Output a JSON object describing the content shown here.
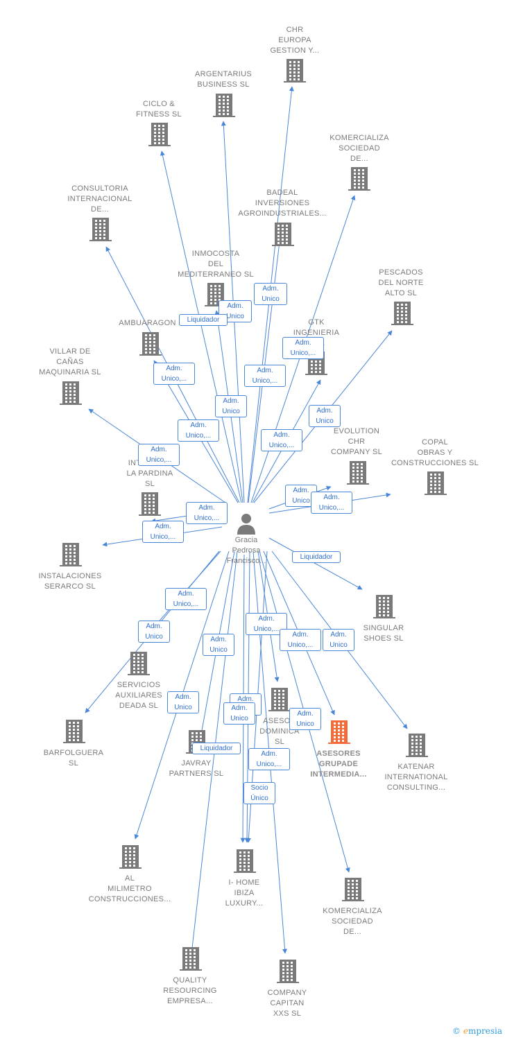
{
  "center": {
    "name": "Gracia\nPedrosa\nFrancisco..."
  },
  "colors": {
    "edge": "#4a86d8",
    "node": "#7a7a7a",
    "focus": "#f26b38",
    "label_border": "#4a86d8"
  },
  "nodes": [
    {
      "id": "chr-europa",
      "name": "CHR\nEUROPA\nGESTION Y..."
    },
    {
      "id": "argentarius",
      "name": "ARGENTARIUS\nBUSINESS SL"
    },
    {
      "id": "ciclo-fitness",
      "name": "CICLO &\nFITNESS SL"
    },
    {
      "id": "komercializa-top",
      "name": "KOMERCIALIZA\nSOCIEDAD\nDE..."
    },
    {
      "id": "consultoria",
      "name": "CONSULTORIA\nINTERNACIONAL\nDE..."
    },
    {
      "id": "badeal",
      "name": "BADEAL\nINVERSIONES\nAGROINDUSTRIALES..."
    },
    {
      "id": "inmocosta",
      "name": "INMOCOSTA\nDEL\nMEDITERRANEO SL"
    },
    {
      "id": "pescados",
      "name": "PESCADOS\nDEL NORTE\nALTO  SL"
    },
    {
      "id": "ambuaragon",
      "name": "AMBUARAGON S"
    },
    {
      "id": "gtk",
      "name": "GTK\nINGENIERIA\nA  SL"
    },
    {
      "id": "villar",
      "name": "VILLAR DE\nCAÑAS\nMAQUINARIA SL"
    },
    {
      "id": "evolution",
      "name": "EVOLUTION\nCHR\nCOMPANY SL"
    },
    {
      "id": "copal",
      "name": "COPAL\nOBRAS Y\nCONSTRUCCIONES SL"
    },
    {
      "id": "intermediaries",
      "name": "INTERM         ES\nLA PARDINA\nSL"
    },
    {
      "id": "instalaciones",
      "name": "INSTALACIONES\nSERARCO  SL"
    },
    {
      "id": "singular",
      "name": "SINGULAR\nSHOES  SL"
    },
    {
      "id": "servicios",
      "name": "SERVICIOS\nAUXILIARES\nDEADA  SL"
    },
    {
      "id": "barfolguera",
      "name": "BARFOLGUERA\nSL"
    },
    {
      "id": "asesor-dominica",
      "name": "ASESOR\nDOMINICA\nSL"
    },
    {
      "id": "javray",
      "name": "JAVRAY\nPARTNERS  SL"
    },
    {
      "id": "asesores-grupade",
      "name": "ASESORES\nGRUPADE\nINTERMEDIA..."
    },
    {
      "id": "katenar",
      "name": "KATENAR\nINTERNATIONAL\nCONSULTING..."
    },
    {
      "id": "al-milimetro",
      "name": "AL\nMILIMETRO\nCONSTRUCCIONES..."
    },
    {
      "id": "i-home",
      "name": "I- HOME\nIBIZA\nLUXURY..."
    },
    {
      "id": "komercializa-bottom",
      "name": "KOMERCIALIZA\nSOCIEDAD\nDE..."
    },
    {
      "id": "quality",
      "name": "QUALITY\nRESOURCING\nEMPRESA..."
    },
    {
      "id": "company-capitan",
      "name": "COMPANY\nCAPITAN\nXXS  SL"
    }
  ],
  "edge_labels": [
    "Adm.\nUnico",
    "Adm.\nUnico",
    "Liquidador",
    "Adm.\nUnico,...",
    "Adm.\nUnico,...",
    "Adm.\nUnico,...",
    "Adm.\nUnico",
    "Adm.\nUnico,...",
    "Adm.\nUnico",
    "Adm.\nUnico,...",
    "Adm.\nUnico,...",
    "Adm.\nUnico,...",
    "Adm.\nUnico,...",
    "Adm.\nUnico",
    "Adm.\nUnico,...",
    "Liquidador",
    "Adm.\nUnico,...",
    "Adm.\nUnico",
    "Adm.\nUnico",
    "Adm.\nUnico,...",
    "Adm.\nUnico,...",
    "Adm.\nUnico",
    "Adm.\nUnico",
    "Adm.\nUnico",
    "Adm.\nUnico",
    "Liquidador",
    "Adm.\nUnico",
    "Adm.\nUnico,...",
    "Socio\nÚnico"
  ],
  "brand": {
    "copyright": "©",
    "logo_e": "e",
    "logo_rest": "mpresia"
  }
}
